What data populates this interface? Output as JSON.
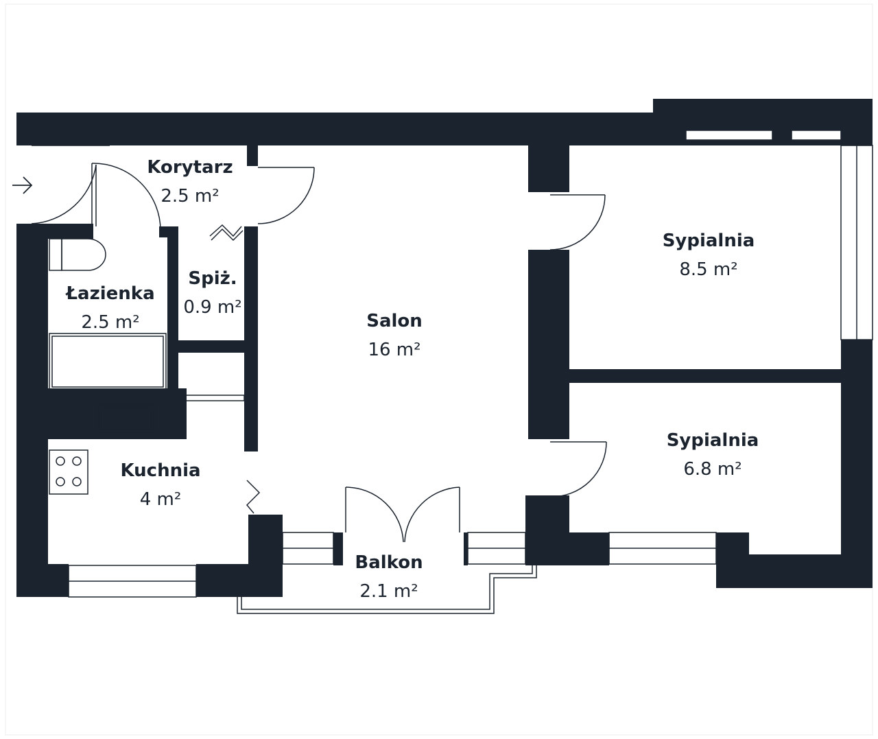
{
  "colors": {
    "wall": "#1b232e",
    "line": "#1b232e",
    "background": "#ffffff"
  },
  "rooms": [
    {
      "id": "korytarz",
      "name": "Korytarz",
      "area": "2.5 m²"
    },
    {
      "id": "lazienka",
      "name": "Łazienka",
      "area": "2.5 m²"
    },
    {
      "id": "spiz",
      "name": "Spiż.",
      "area": "0.9 m²"
    },
    {
      "id": "salon",
      "name": "Salon",
      "area": "16 m²"
    },
    {
      "id": "kuchnia",
      "name": "Kuchnia",
      "area": "4 m²"
    },
    {
      "id": "sypialnia1",
      "name": "Sypialnia",
      "area": "8.5 m²"
    },
    {
      "id": "sypialnia2",
      "name": "Sypialnia",
      "area": "6.8 m²"
    },
    {
      "id": "balkon",
      "name": "Balkon",
      "area": "2.1 m²"
    }
  ],
  "icons": {
    "entrance": "arrow-right-icon"
  }
}
